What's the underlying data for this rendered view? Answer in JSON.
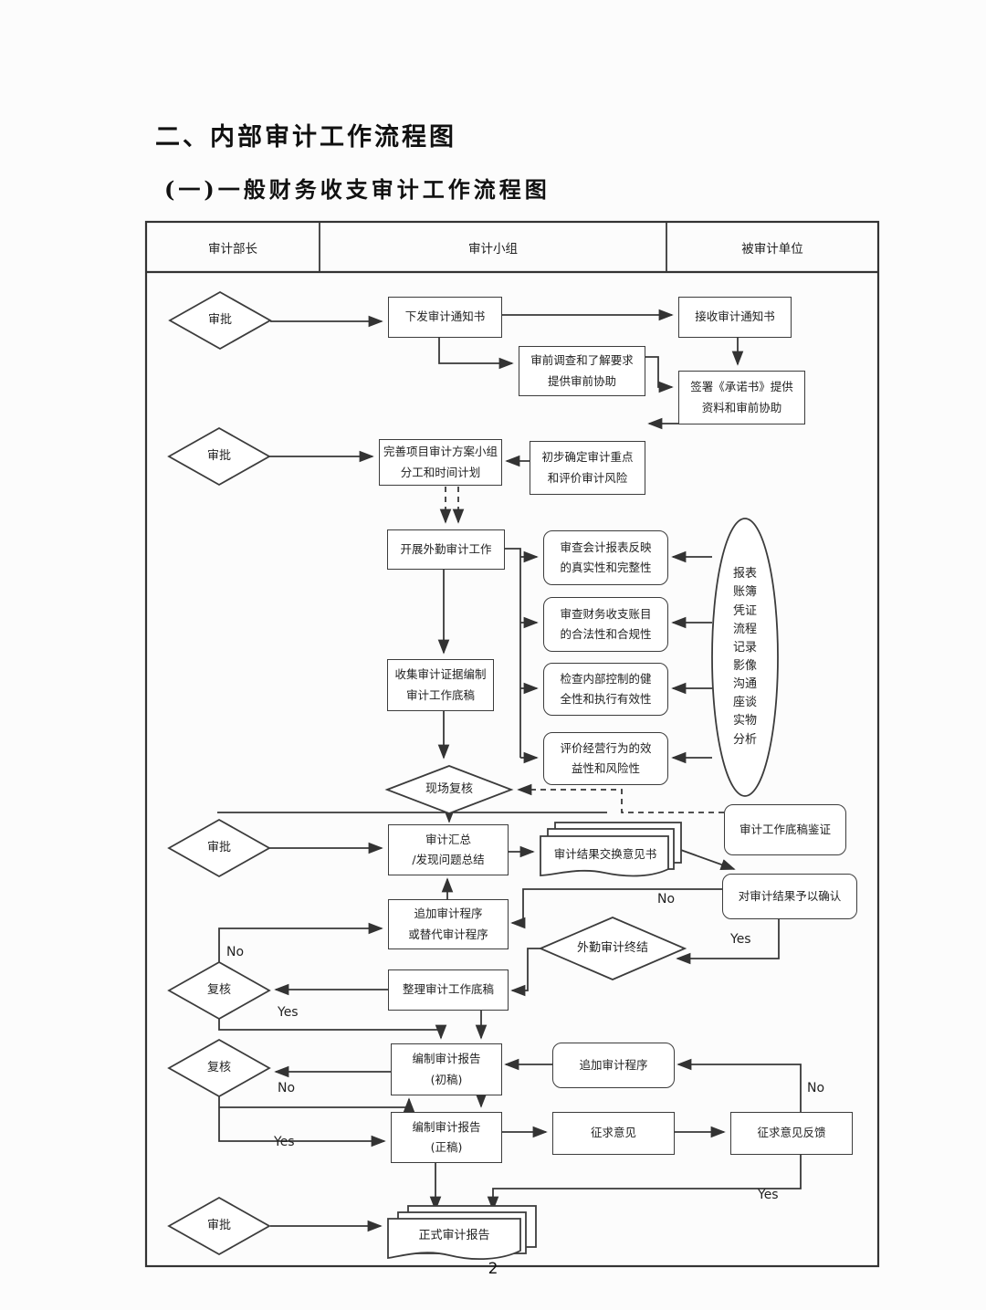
{
  "page": {
    "section_title": "二、内部审计工作流程图",
    "subtitle": "(一)一般财务收支审计工作流程图",
    "page_number": "2"
  },
  "lanes": {
    "col1": "审计部长",
    "col2": "审计小组",
    "col3": "被审计单位"
  },
  "nodes": {
    "approve1": "审批",
    "approve2": "审批",
    "approve3": "审批",
    "approve4": "审批",
    "review1": "复核",
    "review2": "复核",
    "onsite_review": "现场复核",
    "fieldwork_end": "外勤审计终结",
    "issue_notice": "下发审计通知书",
    "receive_notice": "接收审计通知书",
    "pre_audit_survey": "审前调查和了解要求\n提供审前协助",
    "sign_commitment": "签署《承诺书》提供\n资料和审前协助",
    "improve_plan": "完善项目审计方案小组\n分工和时间计划",
    "initial_focus": "初步确定审计重点\n和评价审计风险",
    "start_fieldwork": "开展外勤审计工作",
    "collect_evidence": "收集审计证据编制\n审计工作底稿",
    "review_statements": "审查会计报表反映\n的真实性和完整性",
    "review_accounts": "审查财务收支账目\n的合法性和合规性",
    "check_control": "检查内部控制的健\n全性和执行有效性",
    "evaluate_operations": "评价经营行为的效\n益性和风险性",
    "evidence_sources": "报表\n账簿\n凭证\n流程\n记录\n影像\n沟通\n座谈\n实物\n分析",
    "workpaper_attest": "审计工作底稿鉴证",
    "audit_summary": "审计汇总\n/发现问题总结",
    "exchange_opinions": "审计结果交换意见书",
    "confirm_results": "对审计结果予以确认",
    "additional_procedures": "追加审计程序\n或替代审计程序",
    "organize_workpapers": "整理审计工作底稿",
    "draft_report": "编制审计报告\n(初稿)",
    "add_procedures": "追加审计程序",
    "final_report_draft": "编制审计报告\n(正稿)",
    "solicit_opinions": "征求意见",
    "opinion_feedback": "征求意见反馈",
    "official_report": "正式审计报告"
  },
  "edge_labels": {
    "no_confirm": "No",
    "yes_confirm": "Yes",
    "no_review1": "No",
    "yes_review1": "Yes",
    "no_review2": "No",
    "no_feedback": "No",
    "yes_review2": "Yes",
    "yes_feedback": "Yes"
  }
}
